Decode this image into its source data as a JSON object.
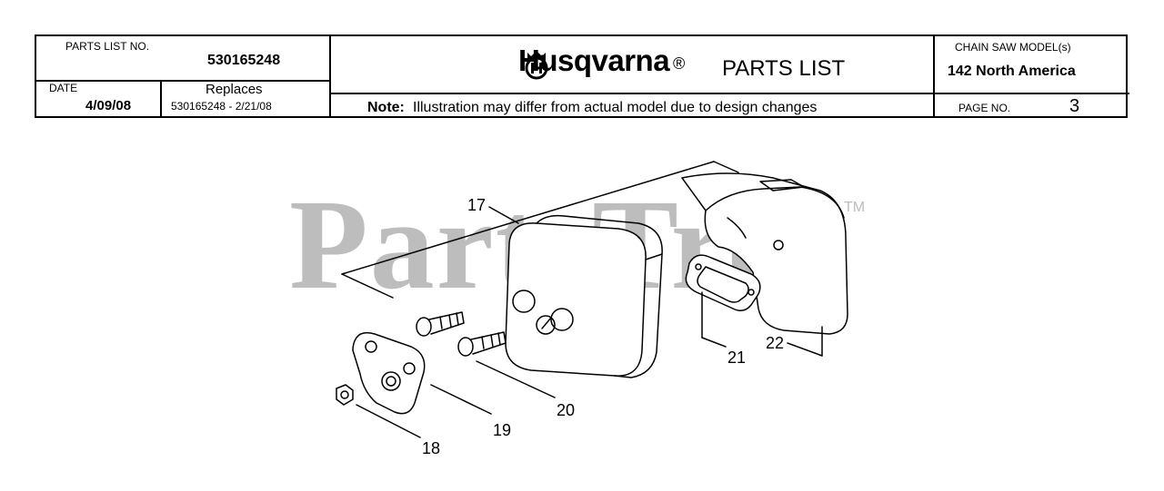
{
  "header": {
    "parts_list_no_label": "PARTS LIST NO.",
    "parts_list_no": "530165248",
    "date_label": "DATE",
    "date": "4/09/08",
    "replaces_label": "Replaces",
    "replaces": "530165248 - 2/21/08",
    "brand": "Husqvarna",
    "registered": "®",
    "parts_list_title": "PARTS LIST",
    "note_label": "Note:",
    "note_text": "Illustration may differ from actual model due to design changes",
    "model_label": "CHAIN SAW MODEL(s)",
    "model": "142 North America",
    "page_label": "PAGE  NO.",
    "page_no": "3"
  },
  "watermark": {
    "text": "PartsTree",
    "tm": "TM"
  },
  "callouts": [
    "17",
    "18",
    "19",
    "20",
    "21",
    "22"
  ]
}
